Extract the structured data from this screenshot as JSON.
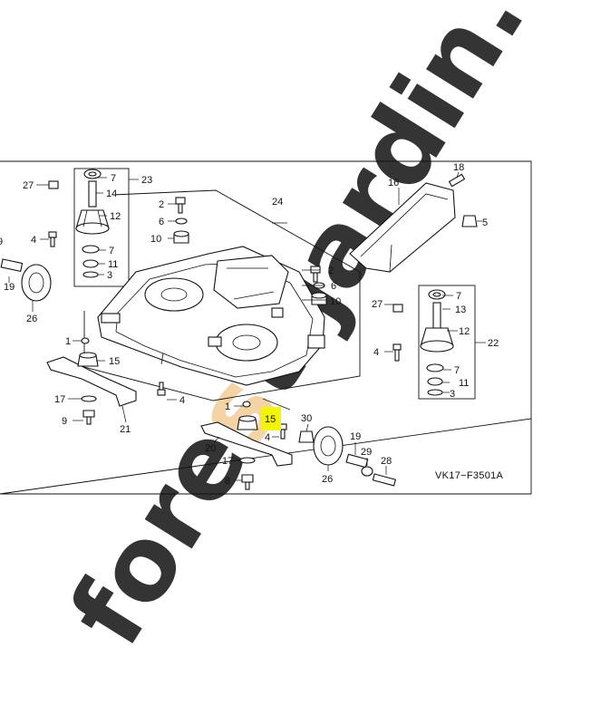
{
  "diagram": {
    "figure_code": "VK17−F3501A",
    "highlighted_callout": "15",
    "highlight_color": "#f2f50a",
    "callouts": {
      "c27a": "27",
      "c7a": "7",
      "c14": "14",
      "c23": "23",
      "c12a": "12",
      "c4a": "4",
      "c7b": "7",
      "c11a": "11",
      "c3a": "3",
      "c9left": "9",
      "c19left": "19",
      "c26left": "26",
      "c2a": "2",
      "c6a": "6",
      "c10a": "10",
      "c24": "24",
      "c1a": "1",
      "c15a": "15",
      "c4b": "4",
      "c17a": "17",
      "c9a": "9",
      "c21": "21",
      "c2b": "2",
      "c6b": "6",
      "c10b": "10",
      "c16": "16",
      "c18": "18",
      "c5": "5",
      "c27b": "27",
      "c7c": "7",
      "c13": "13",
      "c12b": "12",
      "c22": "22",
      "c4c": "4",
      "c7d": "7",
      "c11b": "11",
      "c3b": "3",
      "c1b": "1",
      "c4d": "4",
      "c30": "30",
      "c20": "20",
      "c17b": "17",
      "c8": "8",
      "c26right": "26",
      "c19right": "19",
      "c29": "29",
      "c28": "28"
    }
  },
  "watermark": {
    "text": "forest-jardin.com",
    "primary_color": "#cfe5a4",
    "accent_color": "#f3cc98",
    "secondary_color": "#d9d4cd"
  }
}
